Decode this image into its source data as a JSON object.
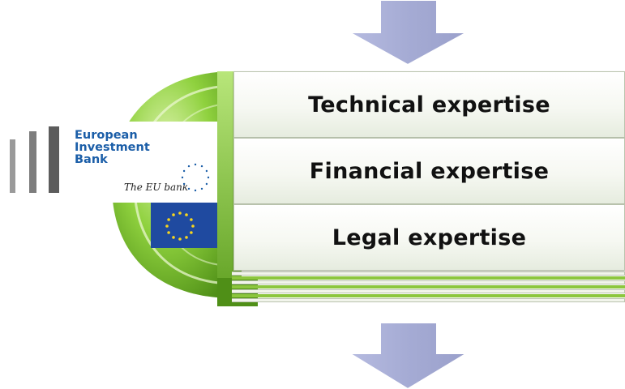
{
  "rows": [
    {
      "label": "Technical expertise"
    },
    {
      "label": "Financial expertise"
    },
    {
      "label": "Legal expertise"
    }
  ],
  "logo": {
    "name_lines": [
      "European",
      "Investment",
      "Bank"
    ],
    "tagline": "The EU bank"
  },
  "colors": {
    "arrow": "#a8aed6",
    "green": "#7fbf2e",
    "eib_blue": "#1b5ea8",
    "eu_flag": "#1f4aa0",
    "stars": "#f7d51d"
  }
}
